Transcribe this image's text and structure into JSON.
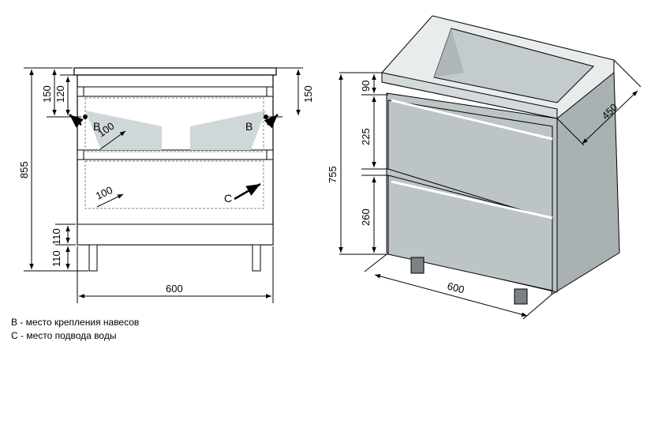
{
  "front_view": {
    "dim_height_total": "855",
    "dim_top_left_outer": "150",
    "dim_top_left_inner": "120",
    "dim_top_right": "150",
    "dim_bottom_upper": "110",
    "dim_bottom_lower": "110",
    "dim_width": "600",
    "depth_upper": "100",
    "depth_lower": "100",
    "label_b_left": "B",
    "label_b_right": "B",
    "label_c": "C"
  },
  "iso_view": {
    "dim_top": "90",
    "dim_drawer_upper": "225",
    "dim_drawer_lower": "260",
    "dim_height": "755",
    "dim_depth": "450",
    "dim_width": "600"
  },
  "legend": {
    "b_note": "B - место крепления навесов",
    "c_note": "С - место подвода воды"
  },
  "colors": {
    "cabinet_fill": "#bcc4c6",
    "cabinet_side": "#a9b1b3",
    "sink_top": "#e9ecec",
    "line": "#000000",
    "dashed": "#7d8a8e"
  }
}
